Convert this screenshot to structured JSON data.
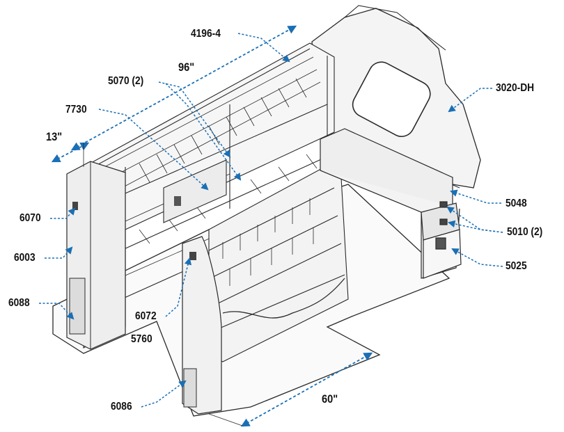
{
  "colors": {
    "leader": "#1a6fb5",
    "line": "#2a2a2a",
    "panel": "#f4f4f4",
    "shade": "#d9d9d9"
  },
  "labels": {
    "p4196": "4196-4",
    "p5070": "5070 (2)",
    "p7730": "7730",
    "p3020": "3020-DH",
    "p5048": "5048",
    "p5010": "5010 (2)",
    "p5025": "5025",
    "p6070": "6070",
    "p6003": "6003",
    "p6088": "6088",
    "p6072": "6072",
    "p5760": "5760",
    "p6086": "6086"
  },
  "dimensions": {
    "d96": "96\"",
    "d13": "13\"",
    "d60": "60\""
  }
}
